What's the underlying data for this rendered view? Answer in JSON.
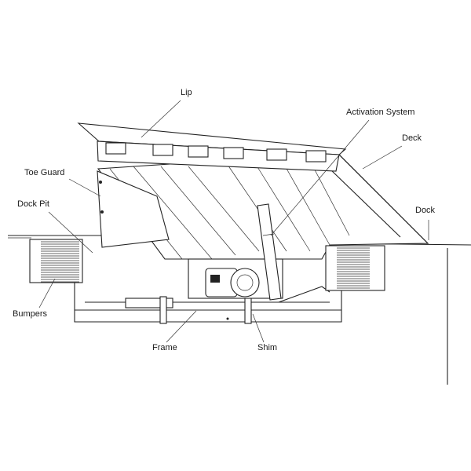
{
  "diagram": {
    "labels": {
      "lip": "Lip",
      "activation_system": "Activation System",
      "deck": "Deck",
      "toe_guard": "Toe Guard",
      "dock_pit": "Dock Pit",
      "dock": "Dock",
      "bumpers": "Bumpers",
      "frame": "Frame",
      "shim": "Shim"
    },
    "colors": {
      "line": "#222222",
      "background": "#ffffff"
    }
  }
}
